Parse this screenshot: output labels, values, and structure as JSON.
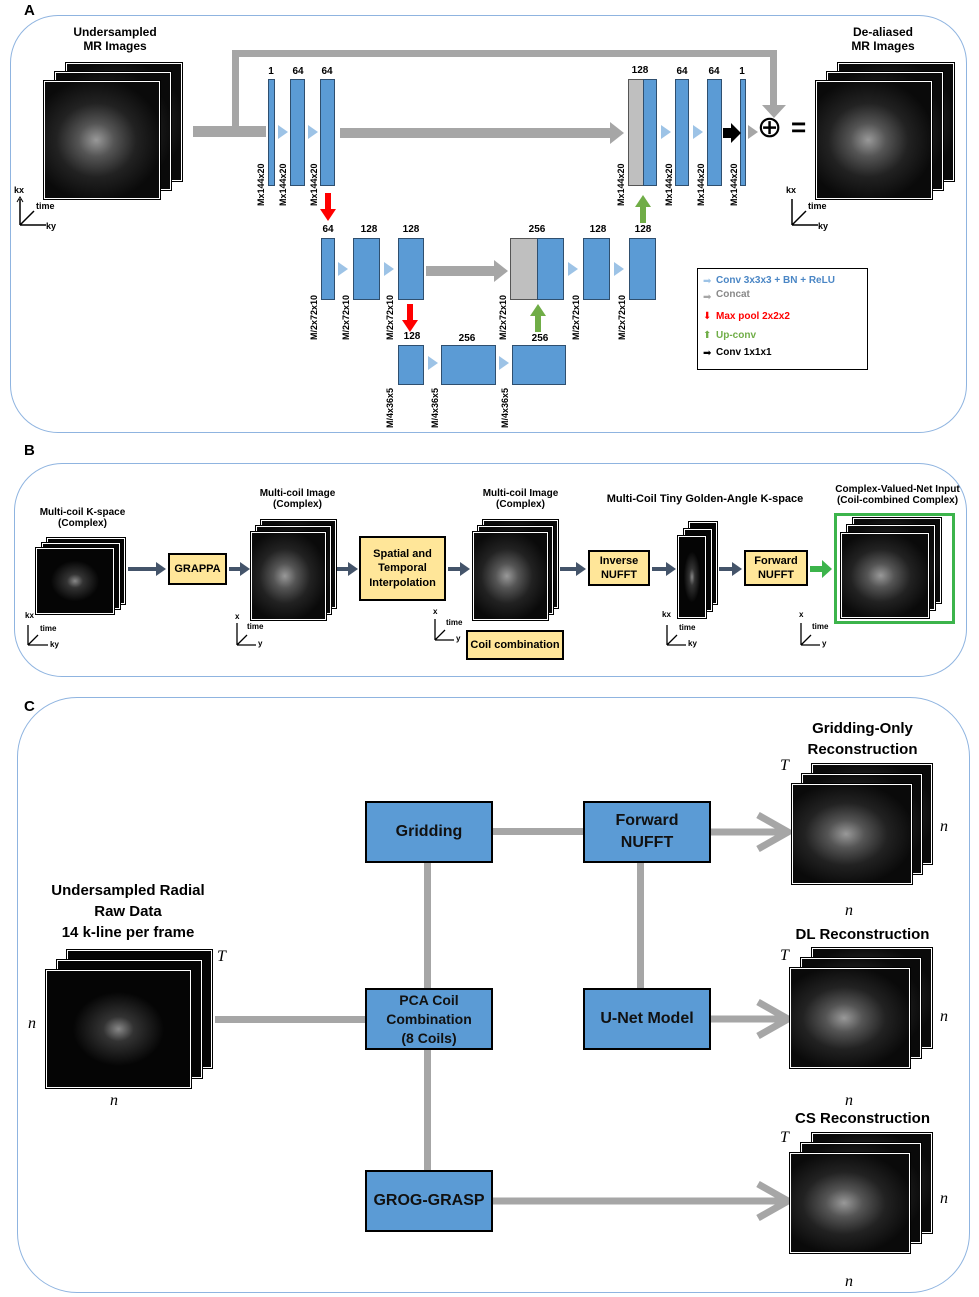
{
  "panels": {
    "a": "A",
    "b": "B",
    "c": "C"
  },
  "panel_a": {
    "input_title": [
      "Undersampled",
      "MR Images"
    ],
    "output_title": [
      "De-aliased",
      "MR Images"
    ],
    "axes": {
      "kx": "kx",
      "time": "time",
      "ky": "ky"
    },
    "top_row": [
      {
        "n": "1",
        "dim": "Mx144x20"
      },
      {
        "n": "64",
        "dim": "Mx144x20"
      },
      {
        "n": "64",
        "dim": "Mx144x20"
      },
      {
        "n": "128",
        "dim": "Mx144x20"
      },
      {
        "n": "64",
        "dim": "Mx144x20"
      },
      {
        "n": "64",
        "dim": "Mx144x20"
      },
      {
        "n": "1",
        "dim": "Mx144x20"
      }
    ],
    "mid_row": [
      {
        "n": "64",
        "dim": "M/2x72x10"
      },
      {
        "n": "128",
        "dim": "M/2x72x10"
      },
      {
        "n": "128",
        "dim": "M/2x72x10"
      },
      {
        "n": "256",
        "dim": "M/2x72x10"
      },
      {
        "n": "128",
        "dim": "M/2x72x10"
      },
      {
        "n": "128",
        "dim": "M/2x72x10"
      }
    ],
    "bot_row": [
      {
        "n": "128",
        "dim": "M/4x36x5"
      },
      {
        "n": "256",
        "dim": "M/4x36x5"
      },
      {
        "n": "256",
        "dim": "M/4x36x5"
      }
    ],
    "plus": "⊕",
    "equals": "=",
    "legend": {
      "conv": "Conv 3x3x3 + BN + ReLU",
      "concat": "Concat",
      "maxpool": "Max pool 2x2x2",
      "upconv": "Up-conv",
      "conv1": "Conv 1x1x1"
    },
    "colors": {
      "block": "#5b9bd5",
      "concat": "#bfbfbf",
      "conv": "#9dc3e6",
      "maxpool": "#ff0000",
      "upconv": "#70ad47",
      "conv1": "#000000"
    }
  },
  "panel_b": {
    "kspace_title": [
      "Multi-coil K-space",
      "(Complex)"
    ],
    "grappa": "GRAPPA",
    "img1_title": [
      "Multi-coil Image",
      "(Complex)"
    ],
    "interp": [
      "Spatial and",
      "Temporal",
      "Interpolation"
    ],
    "img2_title": [
      "Multi-coil Image",
      "(Complex)"
    ],
    "coil": "Coil combination",
    "inv": [
      "Inverse",
      "NUFFT"
    ],
    "golden_title": "Multi-Coil Tiny Golden-Angle K-space",
    "fwd": [
      "Forward",
      "NUFFT"
    ],
    "out_title": [
      "Complex-Valued-Net Input",
      "(Coil-combined Complex)"
    ],
    "axes": {
      "kx": "kx",
      "x": "x",
      "time": "time",
      "ky": "ky",
      "y": "y"
    }
  },
  "panel_c": {
    "raw_title": [
      "Undersampled Radial",
      "Raw Data",
      "14 k-line per frame"
    ],
    "gridding": "Gridding",
    "fwd": [
      "Forward",
      "NUFFT"
    ],
    "pca": [
      "PCA Coil",
      "Combination",
      "(8 Coils)"
    ],
    "unet": "U-Net Model",
    "grog": "GROG-GRASP",
    "out1": [
      "Gridding-Only",
      "Reconstruction"
    ],
    "out2": "DL Reconstruction",
    "out3": "CS Reconstruction",
    "T": "T",
    "n": "n"
  }
}
